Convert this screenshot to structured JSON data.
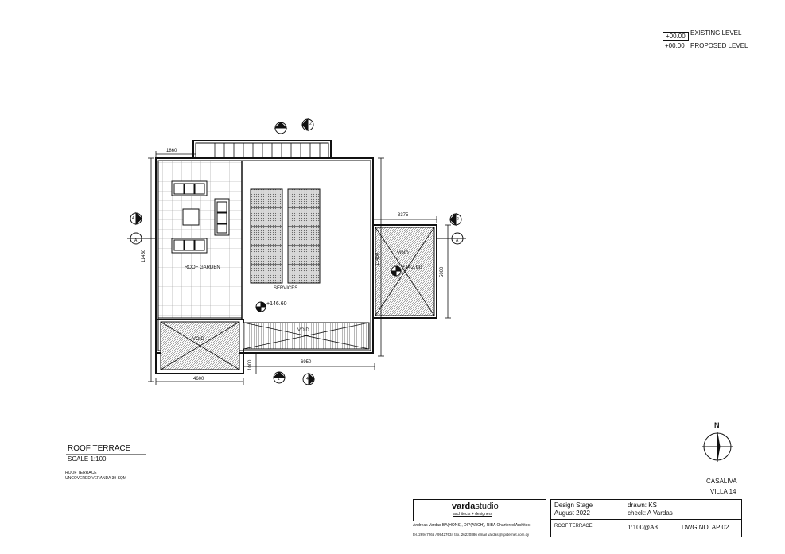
{
  "legend": {
    "existing_value": "+00.00",
    "existing_label": "EXISTING LEVEL",
    "proposed_value": "+00.00",
    "proposed_label": "PROPOSED LEVEL"
  },
  "plan": {
    "dim_top_left": "1860",
    "dim_right_top": "3375",
    "dim_left": "11450",
    "dim_mid_vertical": "11450",
    "dim_right_vertical": "5000",
    "dim_bottom_left": "4600",
    "dim_bottom_right": "6950",
    "dim_bottom_small": "1000",
    "roof_garden_label": "ROOF GARDEN",
    "services_label": "SERVICES",
    "void_right_label": "VOID",
    "void_bottom_left_label": "VOID",
    "void_bottom_mid_label": "VOID",
    "level_garden": "+146.60",
    "level_void": "+142.60",
    "section_markers": [
      "1",
      "2",
      "3",
      "4"
    ],
    "arrow_letter": "A"
  },
  "drawing_title": {
    "name": "ROOF TERRACE",
    "scale": "SCALE 1:100",
    "note_title": "ROOF TERRACE",
    "note_text": "UNCOVERED VERANDA 39 SQM"
  },
  "north": {
    "label": "N"
  },
  "project": {
    "name": "CASALIVA",
    "villa": "VILLA 14"
  },
  "firm": {
    "logo_bold": "varda",
    "logo_light": "studio",
    "tagline": "architects + designers",
    "credit": "Andreas Vardas BA(HONS), DIP(ARCH), RIBA Chartered Architect",
    "contact": "tel. 26947266 / 99427634 fax. 26220886 email vardas@spidernet.com.cy"
  },
  "title_block": {
    "stage_label": "Design Stage",
    "date": "August 2022",
    "drawn": "drawn: KS",
    "check": "check: A Vardas",
    "sheet": "ROOF TERRACE",
    "scale": "1:100@A3",
    "dwg": "DWG NO. AP 02"
  }
}
